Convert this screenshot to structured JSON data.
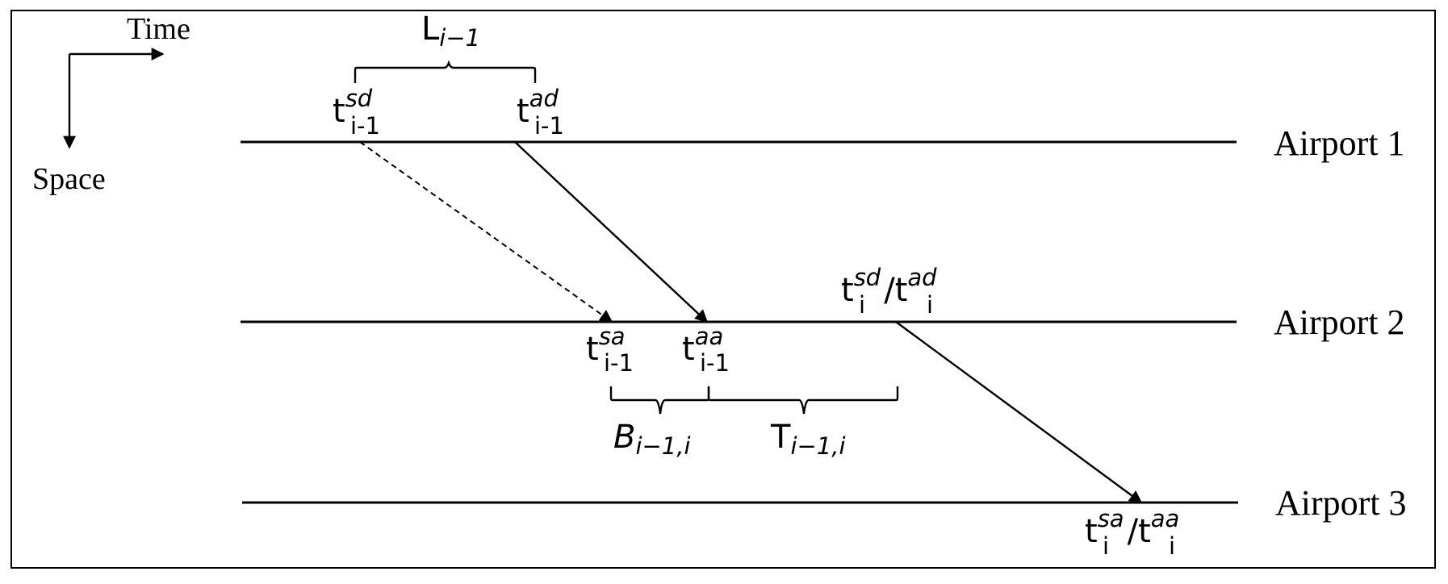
{
  "axes": {
    "time_label": "Time",
    "space_label": "Space"
  },
  "airports": [
    {
      "label": "Airport 1"
    },
    {
      "label": "Airport 2"
    },
    {
      "label": "Airport 3"
    }
  ],
  "labels": {
    "L": {
      "base": "L",
      "sub": "i−1"
    },
    "t_prev_sd": {
      "base": "t",
      "sup": "sd",
      "sub": "i-1"
    },
    "t_prev_ad": {
      "base": "t",
      "sup": "ad",
      "sub": "i-1"
    },
    "t_prev_sa": {
      "base": "t",
      "sup": "sa",
      "sub": "i-1"
    },
    "t_prev_aa": {
      "base": "t",
      "sup": "aa",
      "sub": "i-1"
    },
    "t_i_dep": {
      "base1": "t",
      "sup1": "sd",
      "sub1": "i",
      "sep": "/",
      "base2": "t",
      "sup2": "ad",
      "sub2": "i"
    },
    "t_i_arr": {
      "base1": "t",
      "sup1": "sa",
      "sub1": "i",
      "sep": "/",
      "base2": "t",
      "sup2": "aa",
      "sub2": "i"
    },
    "B": {
      "base": "B",
      "sub": "i−1,i"
    },
    "T": {
      "base": "T",
      "sub": "i−1,i"
    }
  },
  "flights": [
    {
      "type": "scheduled",
      "style": "dashed"
    },
    {
      "type": "actual",
      "style": "solid"
    },
    {
      "type": "actual",
      "style": "solid"
    }
  ]
}
